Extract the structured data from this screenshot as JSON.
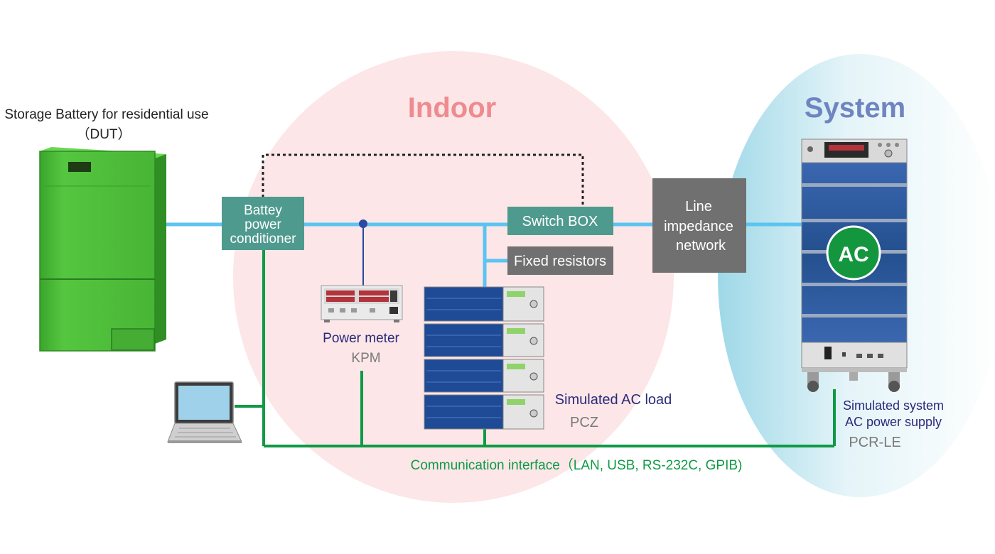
{
  "regions": {
    "indoor": "Indoor",
    "system": "System"
  },
  "dut": {
    "line1": "Storage Battery for residential use",
    "line2": "（DUT）"
  },
  "boxes": {
    "pcs": [
      "Battey",
      "power",
      "conditioner"
    ],
    "switch_box": "Switch BOX",
    "fixed_resistors": "Fixed resistors",
    "lin": [
      "Line",
      "impedance",
      "network"
    ]
  },
  "power_meter": {
    "name": "Power meter",
    "model": "KPM"
  },
  "ac_load": {
    "name": "Simulated AC load",
    "model": "PCZ"
  },
  "ac_supply": {
    "name_line1": "Simulated system",
    "name_line2": "AC power supply",
    "model": "PCR-LE",
    "badge": "AC"
  },
  "comm": "Communication  interface（LAN, USB, RS-232C, GPIB)",
  "colors": {
    "indoor_fill": "#fce6e8",
    "indoor_text": "#ee8b8f",
    "system_text": "#6f84c0",
    "power_line": "#5cc4f0",
    "comm_line": "#0f9a45",
    "teal_box": "#4f9a8e",
    "gray_box": "#707070",
    "battery_green": "#4fbf3a",
    "navy_text": "#2a2a7a",
    "gray_text": "#7a7a7a"
  }
}
